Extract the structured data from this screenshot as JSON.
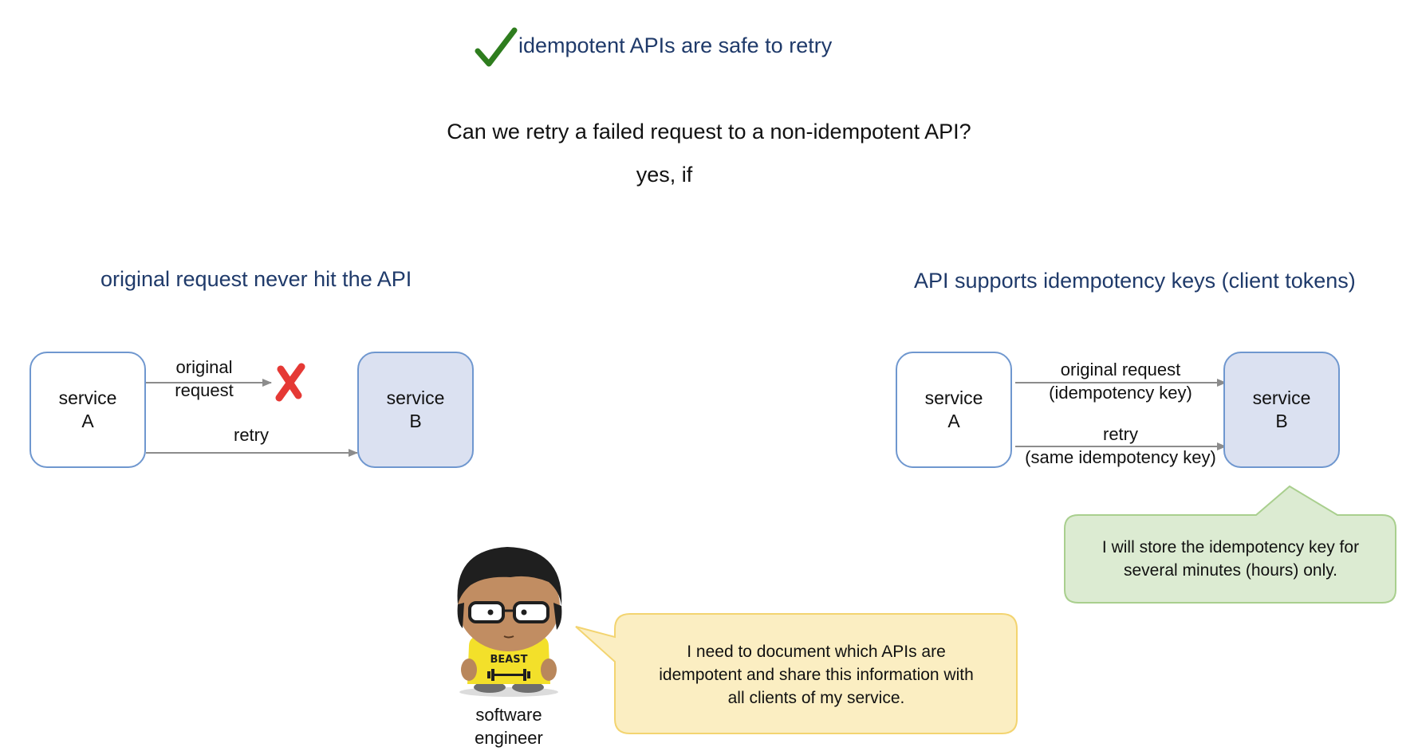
{
  "header": {
    "check_icon": "checkmark-icon",
    "check_color": "#2e7d1e",
    "heading": "idempotent APIs are safe to retry",
    "question": "Can we retry a failed request to a non-idempotent API?",
    "answer": "yes, if"
  },
  "left": {
    "title": "original request never hit the API",
    "service_a": [
      "service",
      "A"
    ],
    "service_b": [
      "service",
      "B"
    ],
    "original_label": [
      "original",
      "request"
    ],
    "retry_label": "retry",
    "fail_icon": "red-cross-icon",
    "fail_color": "#e53935"
  },
  "right": {
    "title": "API supports idempotency keys (client tokens)",
    "service_a": [
      "service",
      "A"
    ],
    "service_b": [
      "service",
      "B"
    ],
    "original_label": [
      "original request",
      "(idempotency key)"
    ],
    "retry_label": [
      "retry",
      "(same idempotency key)"
    ],
    "bubble": [
      "I will store the idempotency key for",
      "several minutes (hours) only."
    ]
  },
  "engineer": {
    "shirt_text": "BEAST",
    "caption": [
      "software",
      "engineer"
    ],
    "bubble": [
      "I need to document which APIs are",
      "idempotent and share this information  with",
      "all clients of my service."
    ]
  },
  "colors": {
    "title_navy": "#1f3a6a",
    "box_border": "#6f97cf",
    "box_b_fill": "#dbe1f1",
    "arrow": "#8c8c8c",
    "green_bubble_fill": "#dcebd2",
    "green_bubble_border": "#a9cf8e",
    "yellow_bubble_fill": "#fbeec2",
    "yellow_bubble_border": "#f3d470"
  }
}
